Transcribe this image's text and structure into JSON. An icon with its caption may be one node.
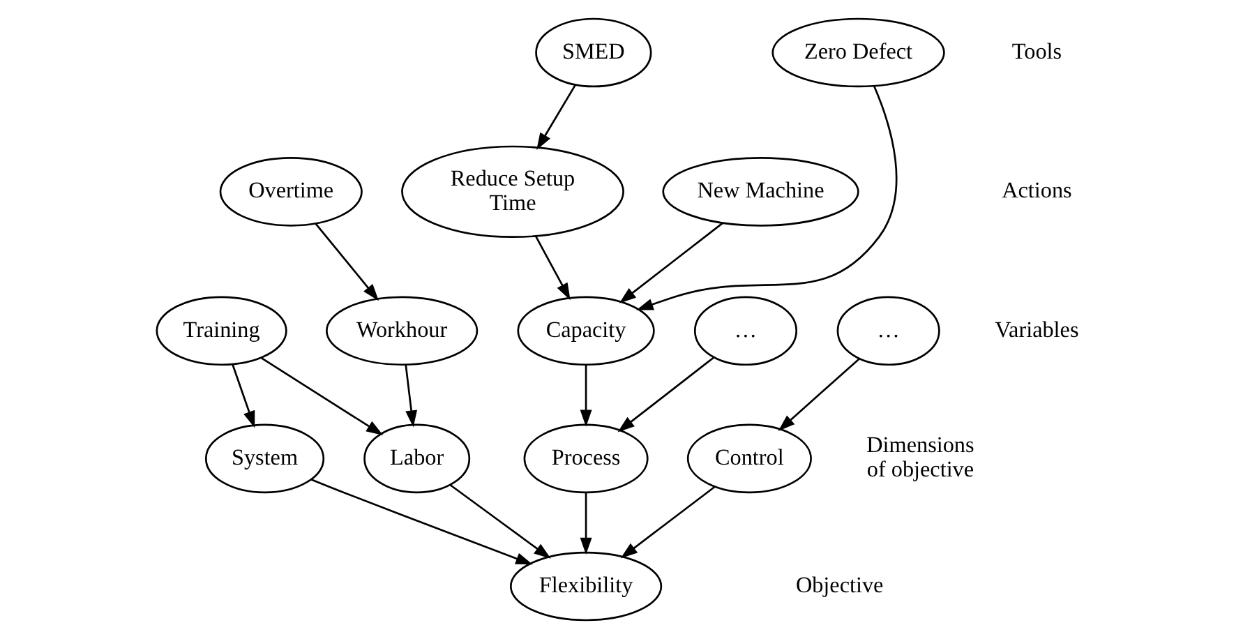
{
  "diagram": {
    "nodes": [
      {
        "text": [
          "SMED"
        ]
      },
      {
        "text": [
          "Zero Defect"
        ]
      },
      {
        "text": [
          "Overtime"
        ]
      },
      {
        "text": [
          "Reduce Setup Time"
        ]
      },
      {
        "text": [
          "New Machine"
        ]
      },
      {
        "text": [
          "Training"
        ]
      },
      {
        "text": [
          "Workhour"
        ]
      },
      {
        "text": [
          "Capacity"
        ]
      },
      {
        "text": [
          "…"
        ]
      },
      {
        "text": [
          "…"
        ]
      },
      {
        "text": [
          "System"
        ]
      },
      {
        "text": [
          "Labor"
        ]
      },
      {
        "text": [
          "Process"
        ]
      },
      {
        "text": [
          "Control"
        ]
      },
      {
        "text": [
          "Flexibility"
        ]
      }
    ],
    "edges": [
      {
        "from": 0,
        "to": 3,
        "arrow": "to"
      },
      {
        "from": 1,
        "to": 7,
        "arrow": "to"
      },
      {
        "from": 3,
        "to": 7,
        "arrow": "to"
      },
      {
        "from": 4,
        "to": 7,
        "arrow": "to"
      },
      {
        "from": 2,
        "to": 6,
        "arrow": "to"
      },
      {
        "from": 5,
        "to": 10,
        "arrow": "to"
      },
      {
        "from": 5,
        "to": 11,
        "arrow": "to"
      },
      {
        "from": 6,
        "to": 11,
        "arrow": "to"
      },
      {
        "from": 7,
        "to": 12,
        "arrow": "to"
      },
      {
        "from": 8,
        "to": 12,
        "arrow": "to"
      },
      {
        "from": 9,
        "to": 13,
        "arrow": "to"
      },
      {
        "from": 10,
        "to": 14,
        "arrow": "to"
      },
      {
        "from": 11,
        "to": 14,
        "arrow": "to"
      },
      {
        "from": 12,
        "to": 14,
        "arrow": "to"
      },
      {
        "from": 13,
        "to": 14,
        "arrow": "to"
      }
    ],
    "labels": [
      "Tools",
      "Actions",
      "Variables",
      "Dimensions of objective",
      "Objective"
    ]
  }
}
